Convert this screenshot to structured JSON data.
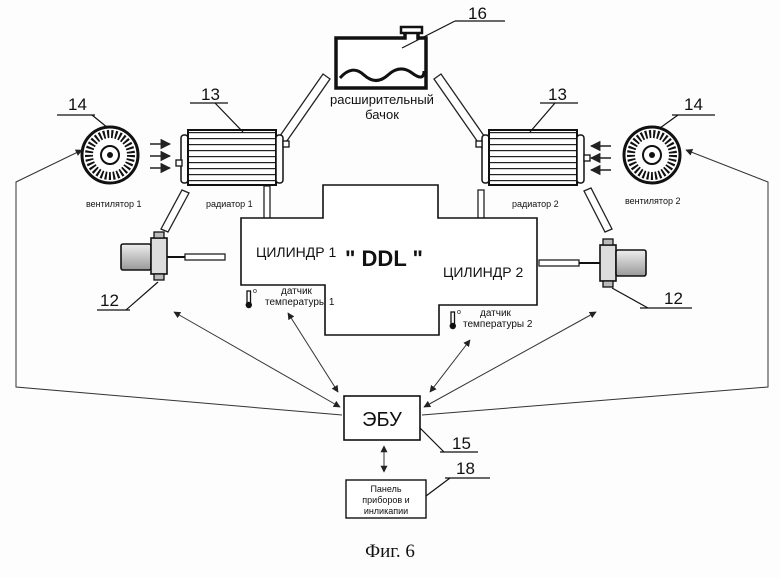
{
  "labels": {
    "tank": "расширительный бачок",
    "tank_line1": "расширительный",
    "tank_line2": "бачок",
    "fan1": "вентилятор 1",
    "radiator1": "радиатор 1",
    "radiator2": "радиатор 2",
    "fan2": "вентилятор 2",
    "cylinder1": "ЦИЛИНДР 1",
    "engine": "\" DDL \"",
    "cylinder2": "ЦИЛИНДР 2",
    "temp1_line1": "датчик",
    "temp1_line2": "температуры 1",
    "temp2_line1": "датчик",
    "temp2_line2": "температуры 2",
    "ecu": "ЭБУ",
    "panel_line1": "Панель",
    "panel_line2": "приборов и",
    "panel_line3": "инликапии"
  },
  "callouts": {
    "tank": "16",
    "radiator_left": "13",
    "radiator_right": "13",
    "fan_left": "14",
    "fan_right": "14",
    "pump_left": "12",
    "pump_right": "12",
    "ecu": "15",
    "panel": "18"
  },
  "caption": "Фиг. 6",
  "icons": [
    "expansion-tank-icon",
    "fan-icon",
    "radiator-icon",
    "pump-icon",
    "thermometer-icon"
  ]
}
